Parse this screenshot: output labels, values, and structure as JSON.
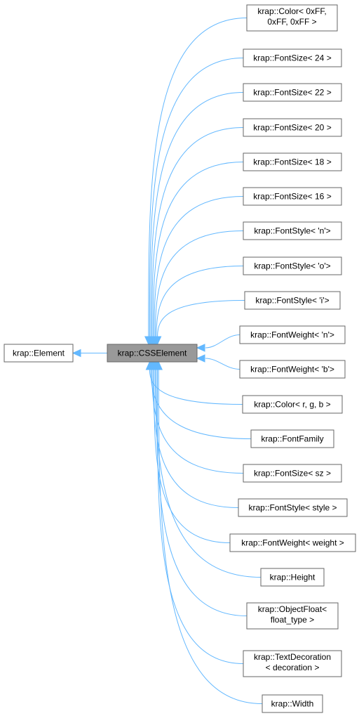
{
  "diagram": {
    "base": {
      "label": "krap::Element"
    },
    "focus": {
      "label": "krap::CSSElement"
    },
    "derived": [
      {
        "lines": [
          "krap::Color< 0xFF,",
          "0xFF, 0xFF >"
        ]
      },
      {
        "lines": [
          "krap::FontSize< 24 >"
        ]
      },
      {
        "lines": [
          "krap::FontSize< 22 >"
        ]
      },
      {
        "lines": [
          "krap::FontSize< 20 >"
        ]
      },
      {
        "lines": [
          "krap::FontSize< 18 >"
        ]
      },
      {
        "lines": [
          "krap::FontSize< 16 >"
        ]
      },
      {
        "lines": [
          "krap::FontStyle< 'n'>"
        ]
      },
      {
        "lines": [
          "krap::FontStyle< 'o'>"
        ]
      },
      {
        "lines": [
          "krap::FontStyle< 'i'>"
        ]
      },
      {
        "lines": [
          "krap::FontWeight< 'n'>"
        ]
      },
      {
        "lines": [
          "krap::FontWeight< 'b'>"
        ]
      },
      {
        "lines": [
          "krap::Color< r, g, b >"
        ]
      },
      {
        "lines": [
          "krap::FontFamily"
        ]
      },
      {
        "lines": [
          "krap::FontSize< sz >"
        ]
      },
      {
        "lines": [
          "krap::FontStyle< style >"
        ]
      },
      {
        "lines": [
          "krap::FontWeight< weight >"
        ]
      },
      {
        "lines": [
          "krap::Height"
        ]
      },
      {
        "lines": [
          "krap::ObjectFloat<",
          "float_type >"
        ]
      },
      {
        "lines": [
          "krap::TextDecoration",
          "< decoration >"
        ]
      },
      {
        "lines": [
          "krap::Width"
        ]
      }
    ]
  },
  "colors": {
    "edge": "#63b8ff",
    "node_border": "#666666",
    "focus_fill": "#999999"
  }
}
